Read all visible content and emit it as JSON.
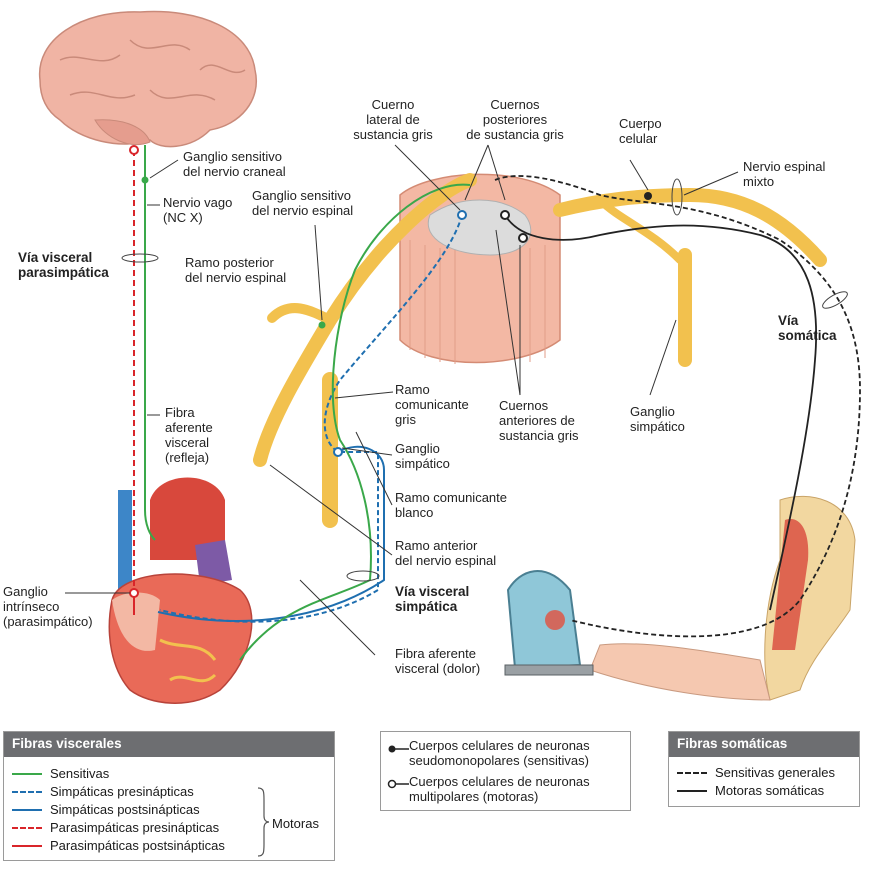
{
  "labels": {
    "ganglio_sensitivo_craneal": "Ganglio sensitivo\ndel nervio craneal",
    "nervio_vago": "Nervio vago\n(NC X)",
    "via_visceral_parasimpatica": "Vía visceral\nparasimpática",
    "ganglio_sensitivo_espinal": "Ganglio sensitivo\ndel nervio espinal",
    "ramo_posterior": "Ramo posterior\ndel nervio espinal",
    "cuerno_lateral": "Cuerno\nlateral de\nsustancia gris",
    "cuernos_posteriores": "Cuernos\nposteriores\nde sustancia gris",
    "cuerpo_celular": "Cuerpo\ncelular",
    "nervio_espinal_mixto": "Nervio espinal\nmixto",
    "via_somatica": "Vía\nsomática",
    "fibra_aferente_visceral_refleja": "Fibra\naferente\nvisceral\n(refleja)",
    "ramo_comunicante_gris": "Ramo\ncomunicante\ngris",
    "cuernos_anteriores": "Cuernos\nanteriores de\nsustancia gris",
    "ganglio_simpatico_right": "Ganglio\nsimpático",
    "ganglio_simpatico_center": "Ganglio\nsimpático",
    "ramo_comunicante_blanco": "Ramo comunicante\nblanco",
    "ramo_anterior": "Ramo anterior\ndel nervio espinal",
    "via_visceral_simpatica": "Vía visceral\nsimpática",
    "ganglio_intrinseco": "Ganglio\nintrínseco\n(parasimpático)",
    "fibra_aferente_dolor": "Fibra aferente\nvisceral (dolor)"
  },
  "legend_visceral": {
    "title": "Fibras viscerales",
    "items": [
      {
        "label": "Sensitivas",
        "color": "#3aa84a",
        "style": "solid"
      },
      {
        "label": "Simpáticas presinápticas",
        "color": "#1f6fb0",
        "style": "dashed"
      },
      {
        "label": "Simpáticas postsinápticas",
        "color": "#1f6fb0",
        "style": "solid"
      },
      {
        "label": "Parasimpáticas presinápticas",
        "color": "#d9252a",
        "style": "dashed"
      },
      {
        "label": "Parasimpáticas postsinápticas",
        "color": "#d9252a",
        "style": "solid"
      }
    ],
    "bracket_label": "Motoras"
  },
  "legend_cells": {
    "item1": "Cuerpos celulares de neuronas\nseudomonopolares (sensitivas)",
    "item2": "Cuerpos celulares de neuronas\nmultipolares (motoras)"
  },
  "legend_somatic": {
    "title": "Fibras somáticas",
    "items": [
      {
        "label": "Sensitivas generales",
        "style": "dashed"
      },
      {
        "label": "Motoras somáticas",
        "style": "solid"
      }
    ]
  },
  "colors": {
    "nerve": "#f2c14e",
    "nerve_dark": "#d9a032",
    "brain": "#f0b4a4",
    "heart": "#d8483c",
    "sensory_green": "#3aa84a",
    "symp_blue": "#1f6fb0",
    "para_red": "#d9252a"
  }
}
